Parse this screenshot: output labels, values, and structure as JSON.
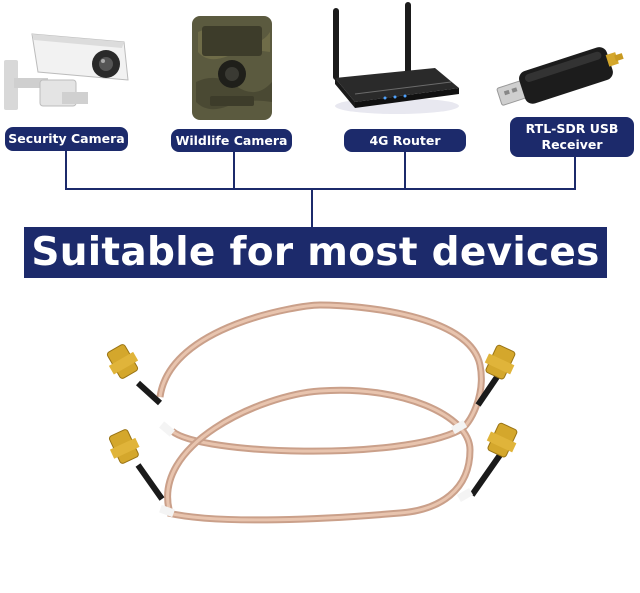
{
  "devices": [
    {
      "label": "Security Camera",
      "icon": "security-camera-icon"
    },
    {
      "label": "Wildlife Camera",
      "icon": "trail-camera-icon"
    },
    {
      "label": "4G Router",
      "icon": "router-icon"
    },
    {
      "label": "RTL-SDR USB Receiver",
      "icon": "usb-receiver-icon"
    }
  ],
  "banner": {
    "text": "Suitable for most devices"
  },
  "colors": {
    "navy": "#1c2a6b",
    "cable": "#d9a98e",
    "connector": "#d4a72c"
  }
}
